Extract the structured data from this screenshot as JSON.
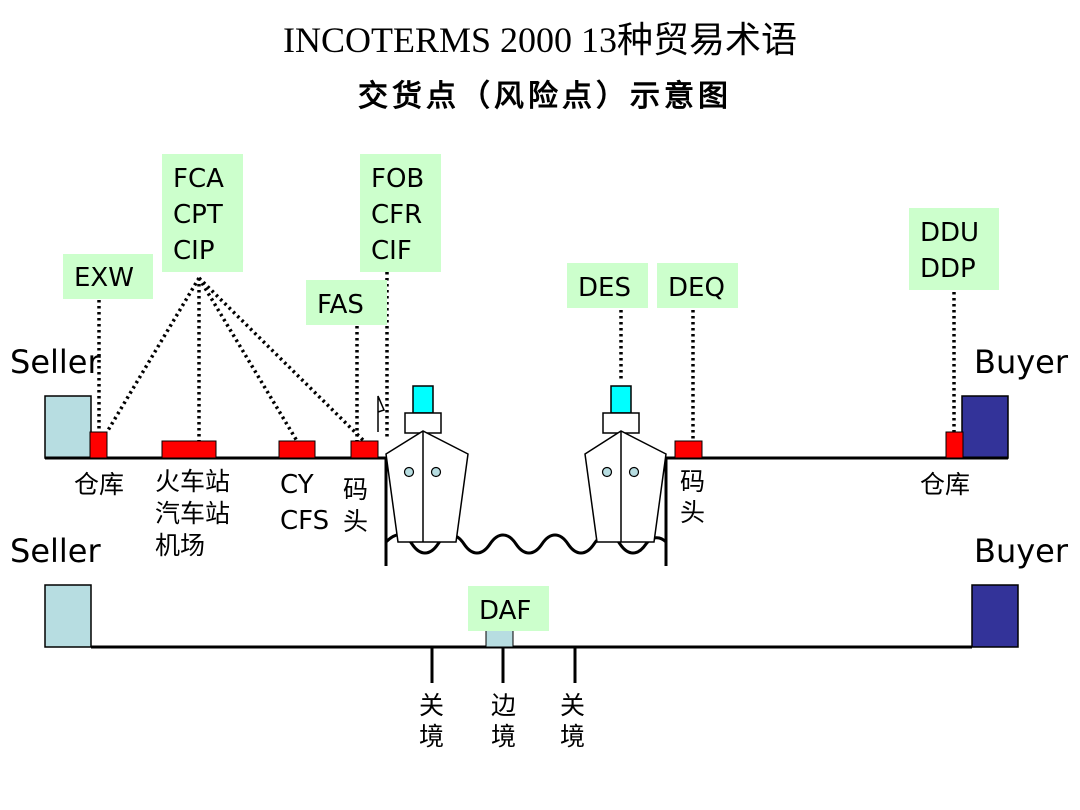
{
  "title": {
    "line1": "INCOTERMS 2000 13种贸易术语",
    "line2": "交货点（风险点）示意图"
  },
  "parties": {
    "seller_top": "Seller",
    "buyer_top": "Buyer",
    "seller_bottom": "Seller",
    "buyer_bottom": "Buyer"
  },
  "terms": {
    "exw": "EXW",
    "fca_group": [
      "FCA",
      "CPT",
      "CIP"
    ],
    "fas": "FAS",
    "fob_group": [
      "FOB",
      "CFR",
      "CIF"
    ],
    "des": "DES",
    "deq": "DEQ",
    "ddu_group": [
      "DDU",
      "DDP"
    ],
    "daf": "DAF"
  },
  "locations": {
    "warehouse_seller": "仓库",
    "stations": [
      "火车站",
      "汽车站",
      "机场"
    ],
    "cy_cfs": [
      "CY",
      "CFS"
    ],
    "wharf_seller": [
      "码",
      "头"
    ],
    "wharf_buyer": [
      "码",
      "头"
    ],
    "warehouse_buyer": "仓库",
    "customs_1": [
      "关",
      "境"
    ],
    "border": [
      "边",
      "境"
    ],
    "customs_2": [
      "关",
      "境"
    ]
  },
  "colors": {
    "term_box": "#ccffcc",
    "point_red": "#ff0000",
    "seller_box": "#b7dde1",
    "buyer_box": "#333399",
    "ship_funnel": "#00ffff"
  }
}
